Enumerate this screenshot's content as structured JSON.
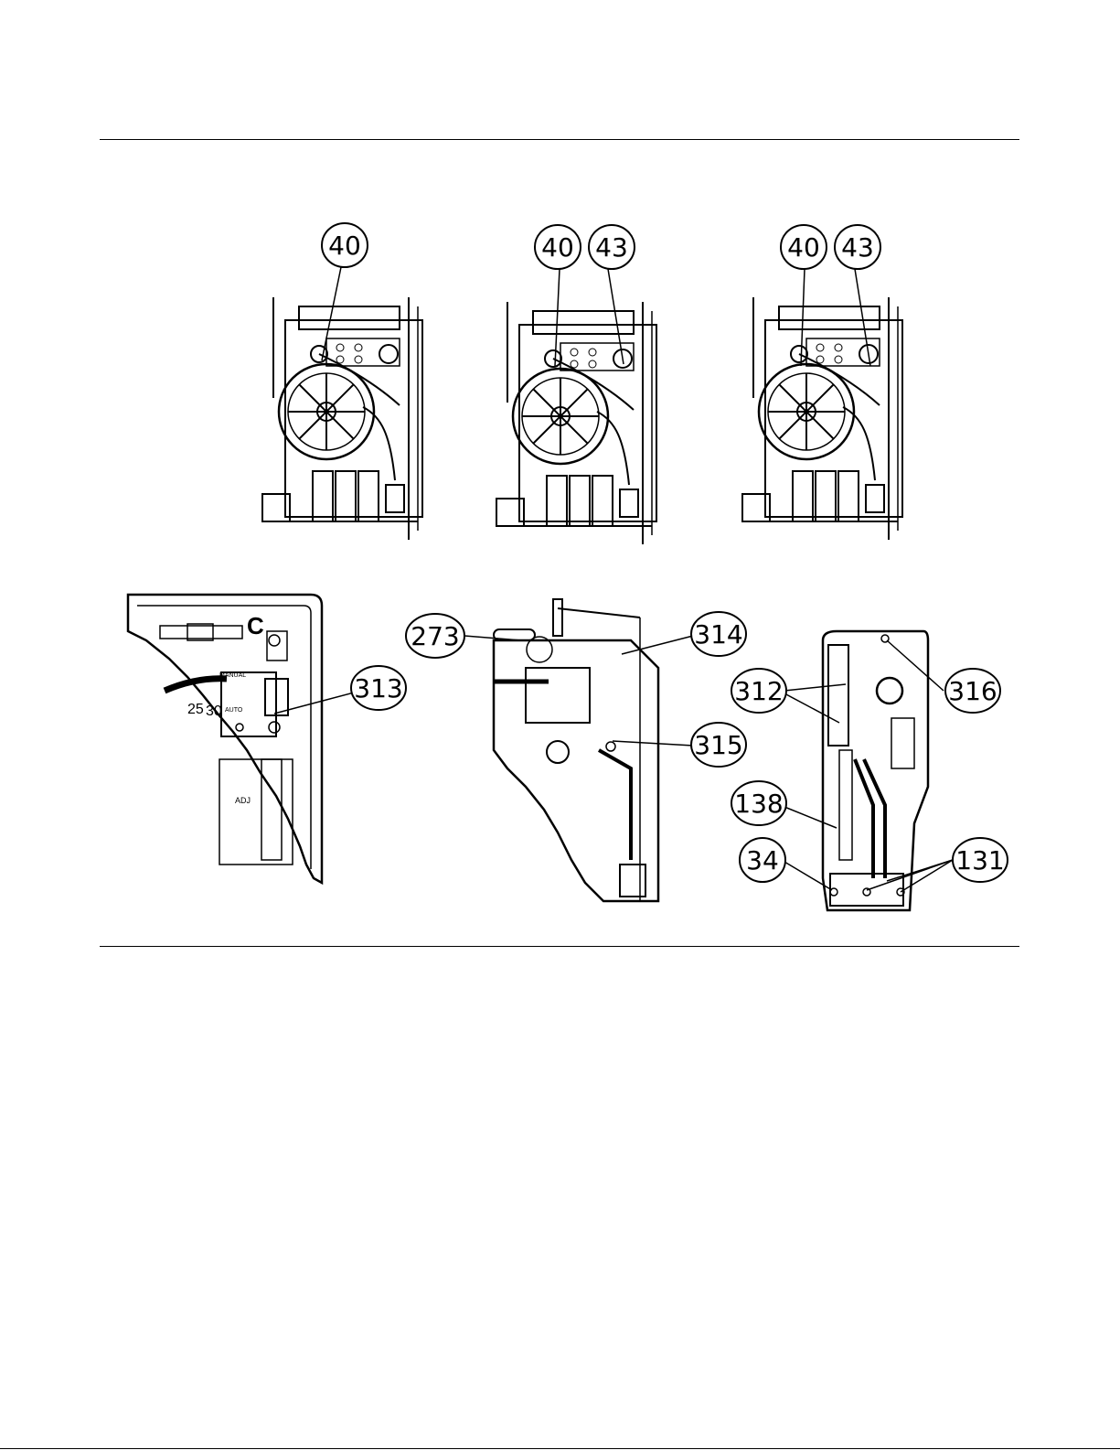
{
  "callouts": {
    "fig1_40": "40",
    "fig2_40": "40",
    "fig2_43": "43",
    "fig3_40": "40",
    "fig3_43": "43",
    "fig4_313": "313",
    "fig5_273": "273",
    "fig5_314": "314",
    "fig5_315": "315",
    "fig6_312": "312",
    "fig6_316": "316",
    "fig6_138": "138",
    "fig6_34": "34",
    "fig6_131": "131"
  },
  "panel_text": {
    "manual": "MANUAL",
    "auto": "AUTO",
    "adj": "ADJ",
    "scale_25": "25",
    "scale_30": "30",
    "letter_c": "C"
  }
}
